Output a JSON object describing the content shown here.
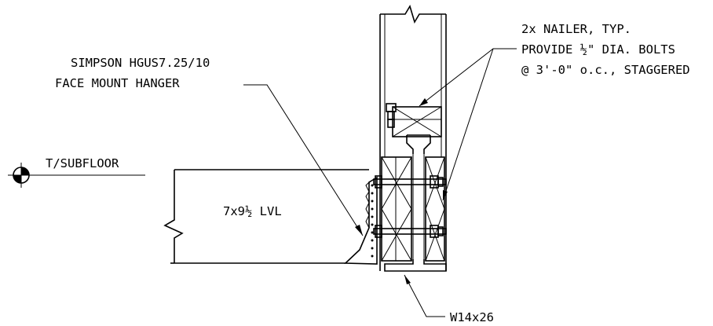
{
  "labels": {
    "hanger_line1": "SIMPSON HGUS7.25/10",
    "hanger_line2": "FACE MOUNT HANGER",
    "nailer_line1": "2x NAILER, TYP.",
    "nailer_line2": "PROVIDE ½\" DIA. BOLTS",
    "nailer_line3": "@ 3'-0\" o.c., STAGGERED",
    "subfloor": "T/SUBFLOOR",
    "lvl": "7x9½ LVL",
    "beam": "W14x26"
  }
}
